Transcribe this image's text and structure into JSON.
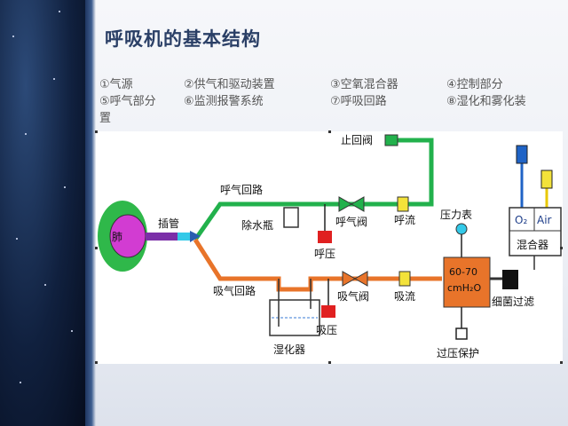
{
  "title": "呼吸机的基本结构",
  "legend": [
    "①气源",
    "②供气和驱动装置",
    "③空氧混合器",
    "④控制部分",
    "⑤呼气部分",
    "⑥监测报警系统",
    "⑦呼吸回路",
    "⑧湿化和雾化装",
    "置"
  ],
  "diagram": {
    "lung": "肺",
    "intubation": "插管",
    "exhale_circuit": "呼气回路",
    "inhale_circuit": "吸气回路",
    "water_trap": "除水瓶",
    "check_valve": "止回阀",
    "exhale_valve": "呼气阀",
    "exhale_flow": "呼流",
    "exhale_pressure": "呼压",
    "humidifier": "湿化器",
    "inhale_valve": "吸气阀",
    "inhale_flow": "吸流",
    "inhale_pressure": "吸压",
    "pressure_gauge": "压力表",
    "reservoir_range": "60-70",
    "reservoir_unit": "cmH₂O",
    "overpressure": "过压保护",
    "bacterial_filter": "细菌过滤",
    "o2": "O₂",
    "air": "Air",
    "mixer": "混合器"
  },
  "colors": {
    "exhale_pipe": "#22b14c",
    "inhale_pipe": "#e8742a",
    "reservoir": "#e8742a",
    "lung_outer": "#2fb84a",
    "lung_inner": "#d23cd2",
    "pressure_box": "#e02020",
    "o2_pipe": "#1f63c6",
    "air_pipe": "#e8c800",
    "valve_green": "#22b14c",
    "valve_orange": "#e8742a",
    "title": "#2a3f66"
  }
}
